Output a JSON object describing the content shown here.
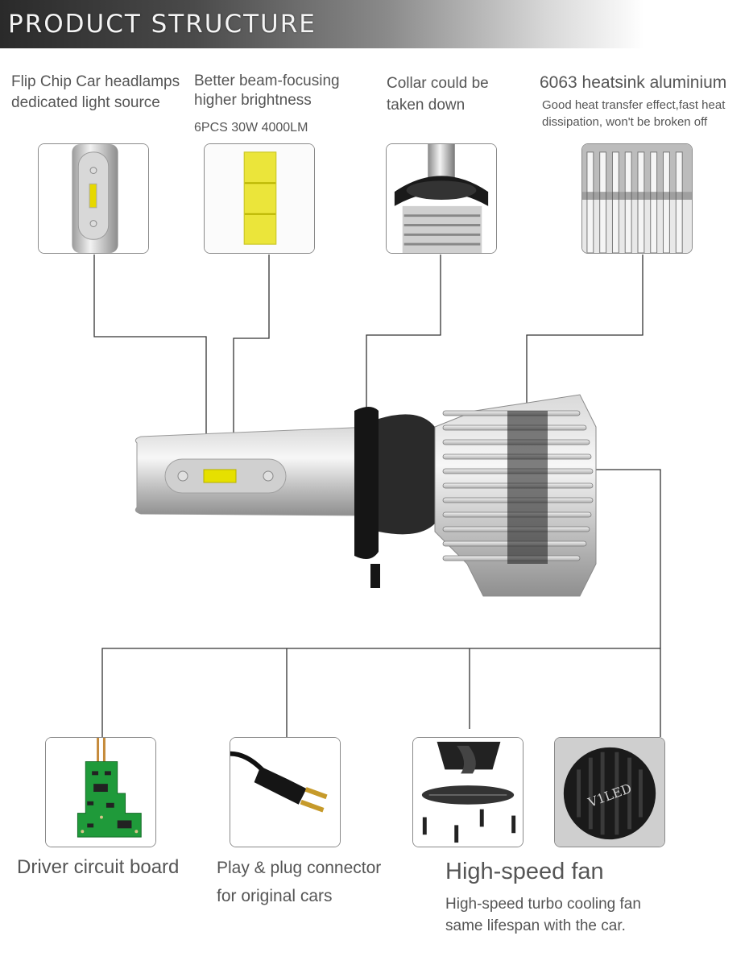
{
  "header": {
    "title": "PRODUCT STRUCTURE"
  },
  "features_top": [
    {
      "line1": "Flip Chip Car headlamps",
      "line2": "dedicated light source"
    },
    {
      "line1": "Better beam-focusing",
      "line2": "higher brightness",
      "line3": "6PCS 30W 4000LM"
    },
    {
      "line1": "Collar could be",
      "line2": "taken down"
    },
    {
      "title": "6063 heatsink aluminium",
      "line1": "Good heat transfer effect,fast heat",
      "line2": "dissipation, won't be broken off"
    }
  ],
  "features_bottom": [
    {
      "line1": "Driver circuit board"
    },
    {
      "line1": "Play & plug connector",
      "line2": "for original cars"
    },
    {
      "title": "High-speed fan",
      "line1": "High-speed turbo cooling fan",
      "line2": "same lifespan with the car."
    }
  ],
  "icons": {
    "thumb1": "led-chip-closeup-icon",
    "thumb2": "yellow-chip-icon",
    "thumb3": "collar-icon",
    "thumb4": "heatsink-icon",
    "thumb5": "circuit-board-icon",
    "thumb6": "plug-connector-icon",
    "thumb7": "fan-parts-icon",
    "thumb8": "fan-grille-icon"
  },
  "colors": {
    "chip_yellow": "#e6e000",
    "pcb_green": "#1f9a3a",
    "line": "#333333"
  },
  "fan_badge": "V1LED"
}
